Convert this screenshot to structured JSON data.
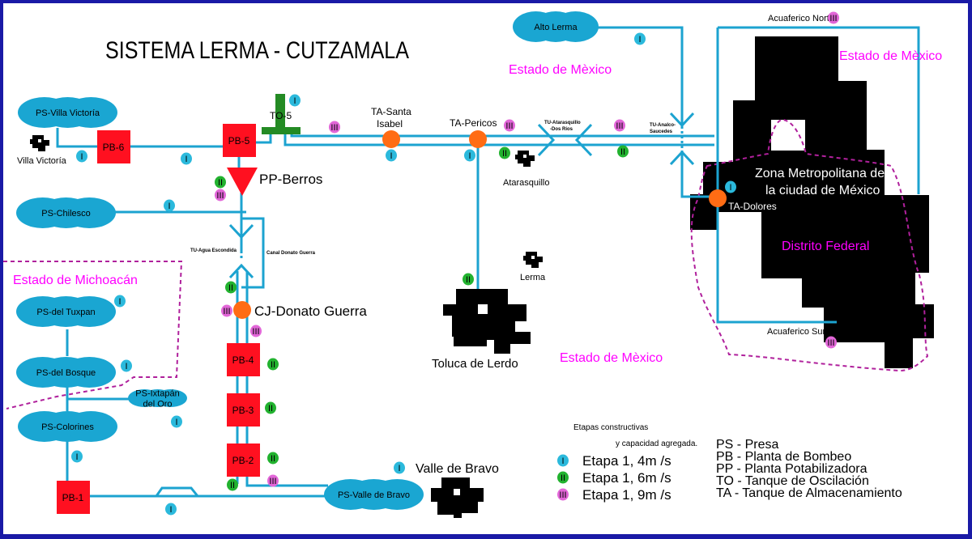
{
  "title": "SISTEMA LERMA - CUTZAMALA",
  "colors": {
    "pipe": "#1ca3d0",
    "reservoir": "#1aa6d2",
    "pump": "#ff1020",
    "storage": "#ff6c14",
    "surge": "#248b24",
    "stage1": "#2bb9dc",
    "stage2": "#22b22f",
    "stage3": "#e266d8",
    "region_line": "#b0209c",
    "region_label": "#ff00ff",
    "city": "#000000",
    "frame": "#1a1aa6"
  },
  "regions": [
    {
      "id": "edomex-1",
      "label": "Estado de Mèxico"
    },
    {
      "id": "edomex-2",
      "label": "Estado de Mèxico"
    },
    {
      "id": "edomex-3",
      "label": "Estado de Mèxico"
    },
    {
      "id": "michoacan",
      "label": "Estado de Michoacán"
    },
    {
      "id": "df",
      "label": "Distrito Federal"
    }
  ],
  "reservoirs": [
    {
      "id": "villa-victoria",
      "label": "PS-Villa Victoría"
    },
    {
      "id": "chilesco",
      "label": "PS-Chilesco"
    },
    {
      "id": "tuxpan",
      "label": "PS-del Tuxpan"
    },
    {
      "id": "bosque",
      "label": "PS-del Bosque"
    },
    {
      "id": "ixtapan",
      "label": "PS-Ixtapán del Oro",
      "lines": [
        "PS-Ixtapán",
        "del Oro"
      ]
    },
    {
      "id": "colorines",
      "label": "PS-Colorines"
    },
    {
      "id": "valle-bravo",
      "label": "PS-Valle de Bravo"
    },
    {
      "id": "alto-lerma",
      "label": "Alto Lerma"
    }
  ],
  "pumps": [
    {
      "id": "pb-1",
      "label": "PB-1"
    },
    {
      "id": "pb-2",
      "label": "PB-2"
    },
    {
      "id": "pb-3",
      "label": "PB-3"
    },
    {
      "id": "pb-4",
      "label": "PB-4"
    },
    {
      "id": "pb-5",
      "label": "PB-5"
    },
    {
      "id": "pb-6",
      "label": "PB-6"
    }
  ],
  "plant": {
    "label": "PP-Berros"
  },
  "surge_tank": {
    "label": "TO-5"
  },
  "junction": {
    "label": "CJ-Donato Guerra"
  },
  "storage_tanks": [
    {
      "id": "santa-isabel",
      "lines": [
        "TA-Santa",
        "Isabel"
      ]
    },
    {
      "id": "pericos",
      "lines": [
        "TA-Pericos"
      ]
    },
    {
      "id": "dolores",
      "lines": [
        "TA-Dolores"
      ]
    }
  ],
  "tunnels": [
    {
      "id": "agua-escondida",
      "label": "TU-Agua Escondida"
    },
    {
      "id": "atarasquillo",
      "lines": [
        "TU-Atarasquillo",
        "-Dos Ríos"
      ]
    },
    {
      "id": "analco",
      "lines": [
        "TU-Analco-",
        "Saucedes"
      ]
    }
  ],
  "canal": {
    "label": "Canal Donato Guerra"
  },
  "aqueducts": [
    {
      "id": "norte",
      "label": "Acuaferico Norte"
    },
    {
      "id": "sur",
      "label": "Acuaferico Sur"
    }
  ],
  "cities": [
    {
      "id": "villa-victoria",
      "label": "Villa Victoría"
    },
    {
      "id": "atarasquillo",
      "label": "Atarasquillo"
    },
    {
      "id": "lerma",
      "label": "Lerma"
    },
    {
      "id": "toluca",
      "label": "Toluca de Lerdo"
    },
    {
      "id": "valle-bravo",
      "label": "Valle de Bravo"
    },
    {
      "id": "zmcm",
      "lines": [
        "Zona Metropolitana de",
        "la ciudad de México"
      ]
    }
  ],
  "stage_badges": [
    "I",
    "II",
    "III"
  ],
  "legend": {
    "heading": [
      "Etapas constructivas",
      "y capacidad agregada."
    ],
    "stages": [
      {
        "symbol": "I",
        "label": "Etapa 1, 4m /s"
      },
      {
        "symbol": "II",
        "label": "Etapa 1, 6m /s"
      },
      {
        "symbol": "III",
        "label": "Etapa 1, 9m /s"
      }
    ],
    "abbreviations": [
      "PS - Presa",
      "PB - Planta de Bombeo",
      "PP - Planta Potabilizadora",
      "TO - Tanque de Oscilación",
      "TA - Tanque de Almacenamiento"
    ]
  }
}
